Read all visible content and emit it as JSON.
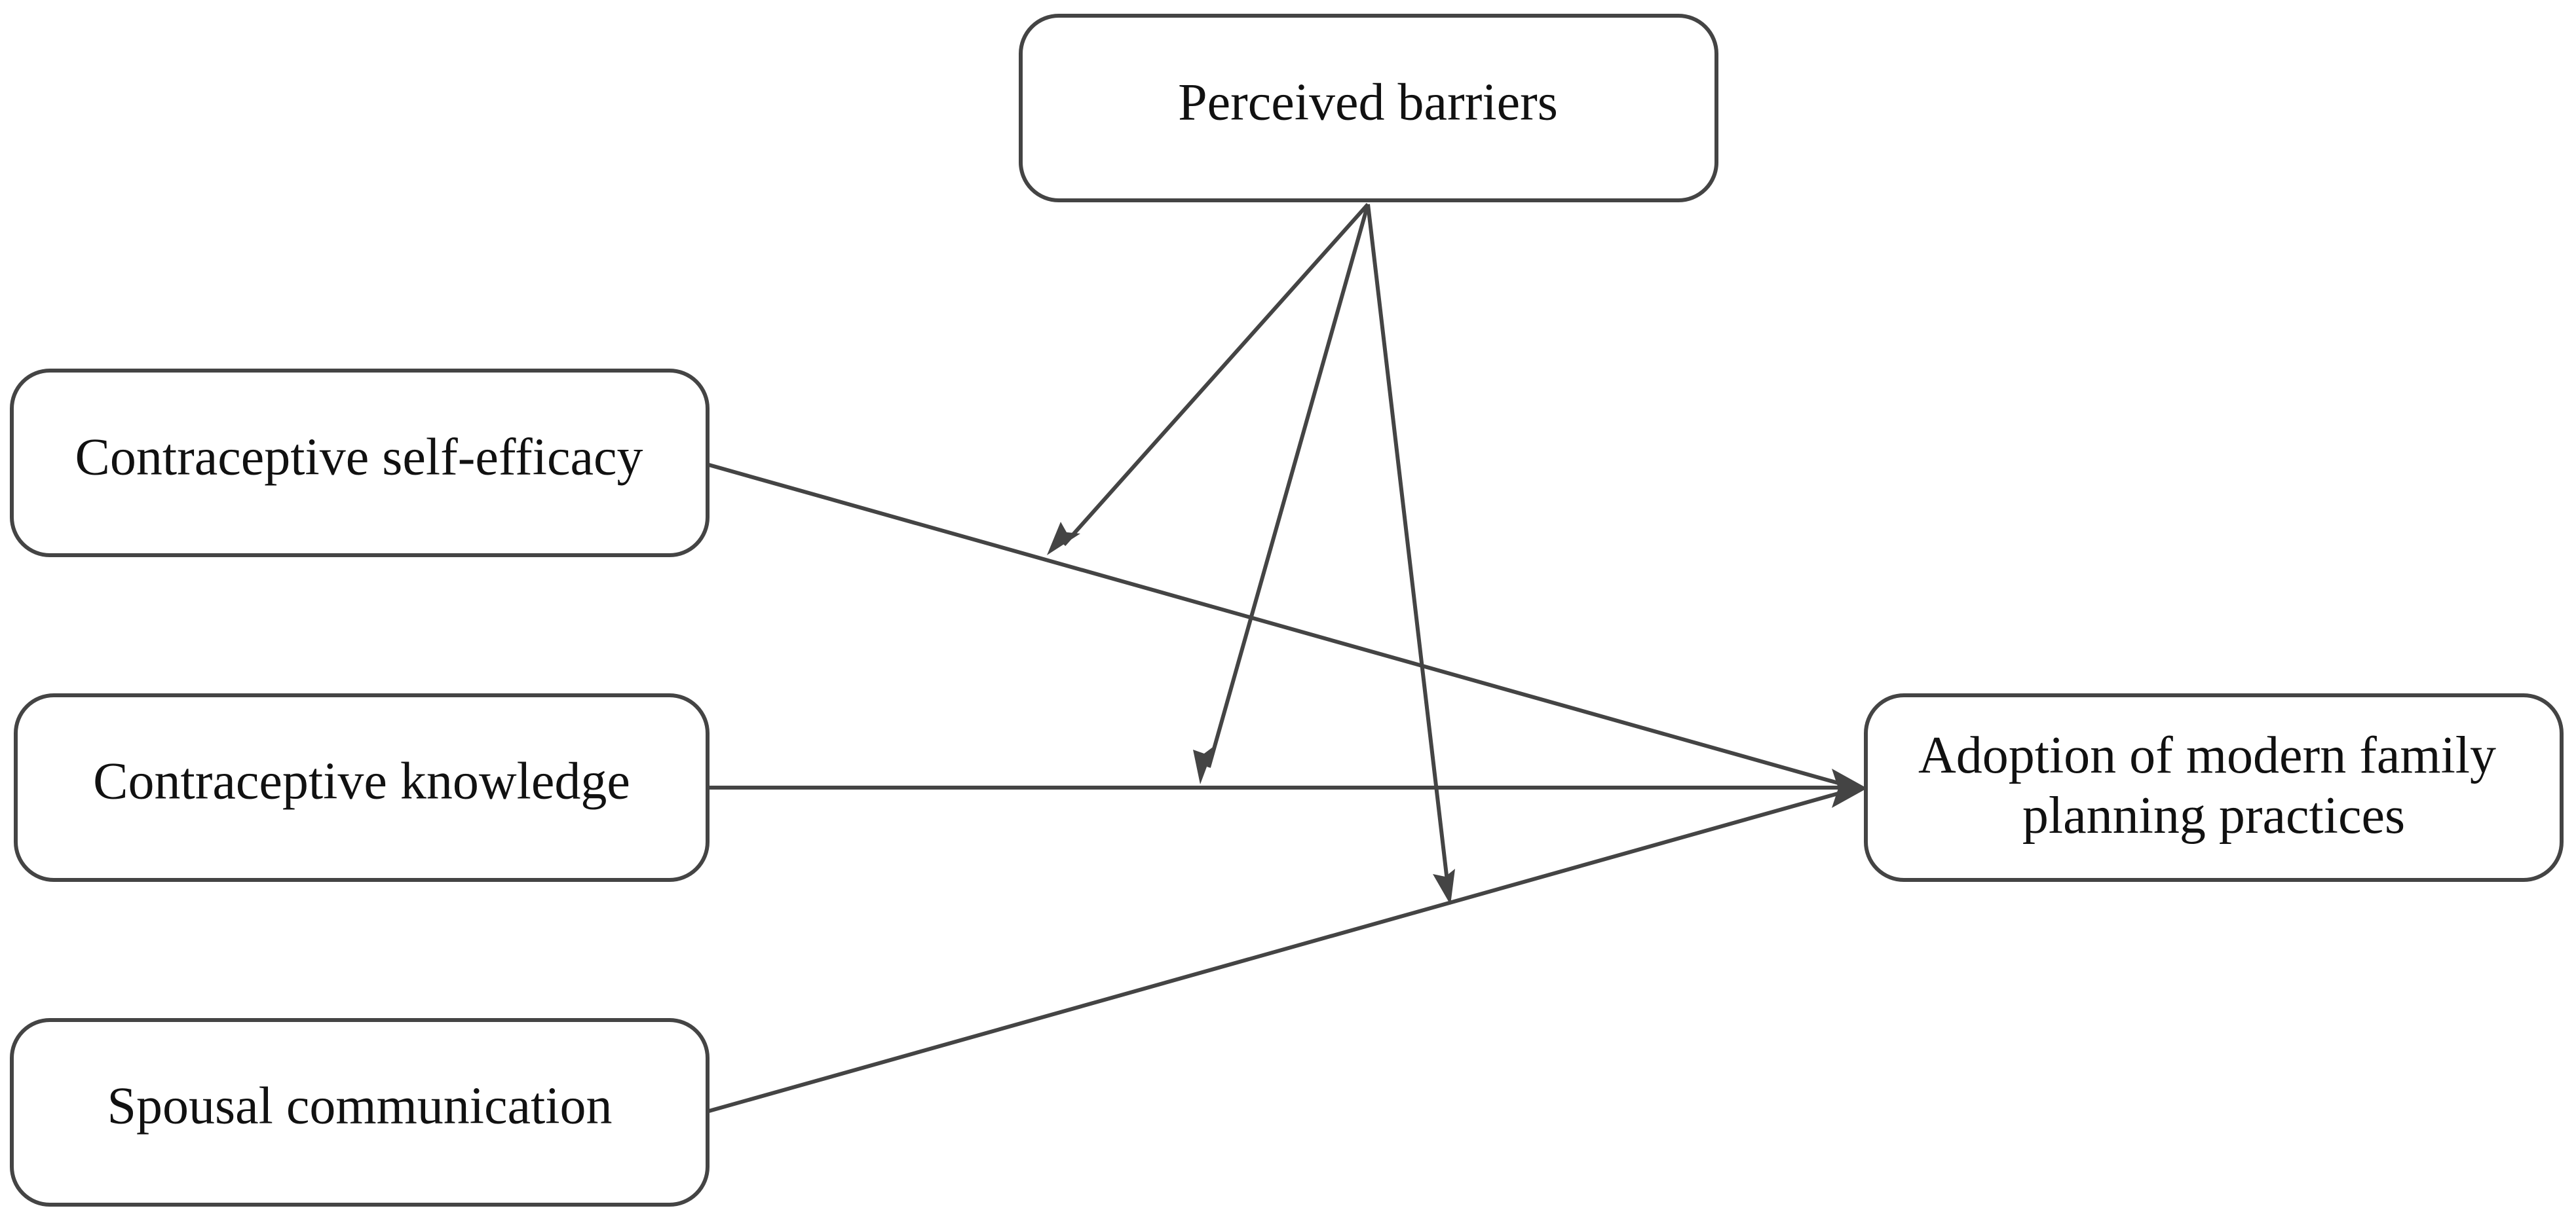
{
  "diagram": {
    "nodes": {
      "barriers": {
        "label": "Perceived barriers"
      },
      "self_efficacy": {
        "label": "Contraceptive self-efficacy"
      },
      "knowledge": {
        "label": "Contraceptive knowledge"
      },
      "spousal": {
        "label": "Spousal communication"
      },
      "adoption": {
        "label": [
          "Adoption of modern family",
          "planning practices"
        ]
      }
    },
    "edges": [
      {
        "from": "self_efficacy",
        "to": "adoption",
        "type": "direct-effect"
      },
      {
        "from": "knowledge",
        "to": "adoption",
        "type": "direct-effect"
      },
      {
        "from": "spousal",
        "to": "adoption",
        "type": "direct-effect"
      },
      {
        "from": "barriers",
        "to": "self_efficacy-adoption path",
        "type": "moderation"
      },
      {
        "from": "barriers",
        "to": "knowledge-adoption path",
        "type": "moderation"
      },
      {
        "from": "barriers",
        "to": "spousal-adoption path",
        "type": "moderation"
      }
    ],
    "colors": {
      "stroke": "#444444",
      "text": "#111111",
      "background": "#ffffff"
    }
  }
}
